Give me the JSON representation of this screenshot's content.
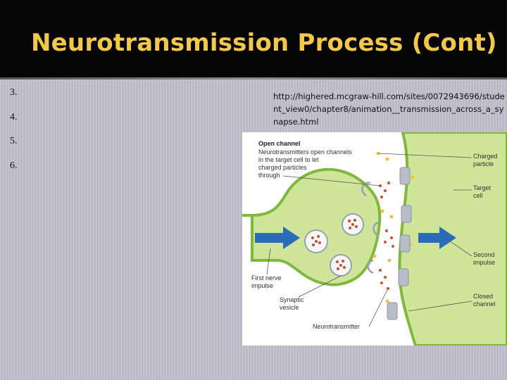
{
  "slide": {
    "title": "Neurotransmission Process (Cont)",
    "bullets": [
      "3.",
      "4.",
      "5.",
      "6."
    ],
    "link": "http://highered.mcgraw-hill.com/sites/0072943696/student_view0/chapter8/animation__transmission_across_a_synapse.html"
  },
  "diagram": {
    "heading": "Open channel",
    "description_lines": [
      "Neurotransmitters open channels",
      "in the target cell to let",
      "charged particles",
      "through"
    ],
    "labels": {
      "charged_particle": [
        "Charged",
        "particle"
      ],
      "target_cell": [
        "Target",
        "cell"
      ],
      "second_impulse": [
        "Second",
        "impulse"
      ],
      "closed_channel": [
        "Closed",
        "channel"
      ],
      "first_impulse": [
        "First nerve",
        "impulse"
      ],
      "synaptic_vesicle": [
        "Synaptic",
        "vesicle"
      ],
      "neurotransmitter": "Neurotransmitter"
    },
    "colors": {
      "cell_green": "#cfe59a",
      "cell_edge": "#7fb83c",
      "impulse_arrow": "#2b6cb8",
      "neurotransmitter_dot": "#c8502a",
      "charged_particle": "#f0c230",
      "channel": "#b9bdc8"
    }
  }
}
